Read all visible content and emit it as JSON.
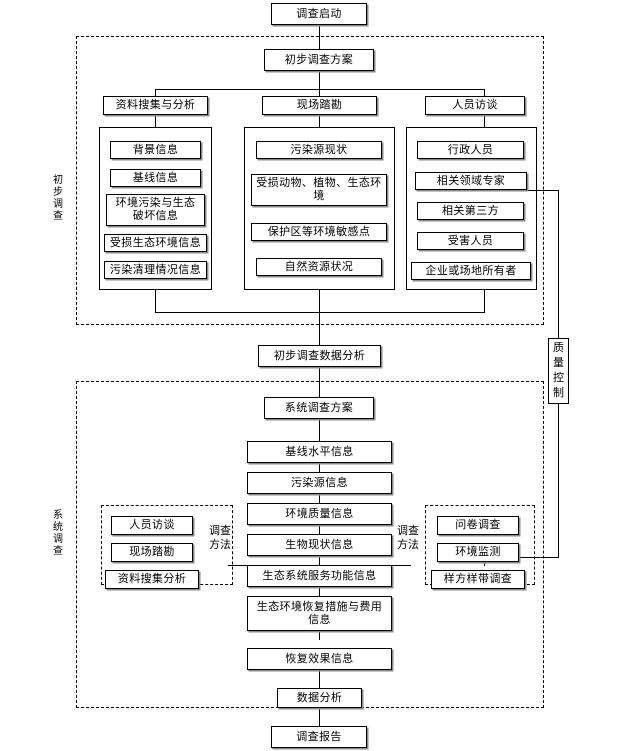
{
  "diagram": {
    "title_top": "调查启动",
    "title_bottom": "调查报告",
    "phase_one": {
      "side_label": "初步调查",
      "plan": "初步调查方案",
      "columns": [
        {
          "header": "资料搜集与分析",
          "items": [
            "背景信息",
            "基线信息",
            "环境污染与生态破坏信息",
            "受损生态环境信息",
            "污染清理情况信息"
          ]
        },
        {
          "header": "现场踏勘",
          "items": [
            "污染源现状",
            "受损动物、植物、生态环境",
            "保护区等环境敏感点",
            "自然资源状况"
          ]
        },
        {
          "header": "人员访谈",
          "items": [
            "行政人员",
            "相关领域专家",
            "相关第三方",
            "受害人员",
            "企业或场地所有者"
          ]
        }
      ]
    },
    "bridge": "初步调查数据分析",
    "phase_two": {
      "side_label": "系统调查",
      "plan": "系统调查方案",
      "method_label_left": "调查方法",
      "method_label_right": "调查方法",
      "left_methods": [
        "人员访谈",
        "现场踏勘",
        "资料搜集分析"
      ],
      "center_items": [
        "基线水平信息",
        "污染源信息",
        "环境质量信息",
        "生物现状信息",
        "生态系统服务功能信息",
        "生态环境恢复措施与费用信息",
        "恢复效果信息"
      ],
      "right_methods": [
        "问卷调查",
        "环境监测",
        "样方样带调查"
      ],
      "analysis": "数据分析"
    },
    "quality_control": "质量控制"
  },
  "colors": {
    "line": "#000000",
    "background": "#ffffff",
    "shadow": "#8a8a8a"
  }
}
